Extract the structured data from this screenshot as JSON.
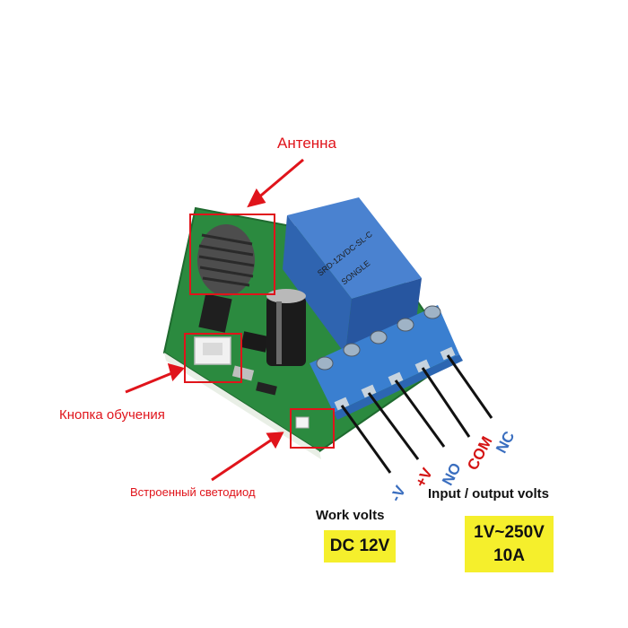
{
  "labels": {
    "antenna": "Антенна",
    "learn_button": "Кнопка обучения",
    "builtin_led": "Встроенный светодиод"
  },
  "terminals": [
    {
      "text": "-V",
      "color": "#3a6ebf"
    },
    {
      "text": "+V",
      "color": "#d41414"
    },
    {
      "text": "NO",
      "color": "#3a6ebf"
    },
    {
      "text": "COM",
      "color": "#d41414"
    },
    {
      "text": "NC",
      "color": "#3a6ebf"
    }
  ],
  "work_volts": {
    "label": "Work volts",
    "value": "DC 12V"
  },
  "io_volts": {
    "label": "Input / output volts",
    "line1": "1V~250V",
    "line2": "10A"
  },
  "relay_markings": {
    "line1": "SRD-12VDC-SL-C",
    "line2": "SONGLE"
  },
  "colors": {
    "annotation_red": "#e0141b",
    "highlight_yellow": "#f5ef2c",
    "pcb_green": "#2d8a3e",
    "terminal_blue": "#2e6fc0",
    "relay_blue": "#3f78c8"
  }
}
